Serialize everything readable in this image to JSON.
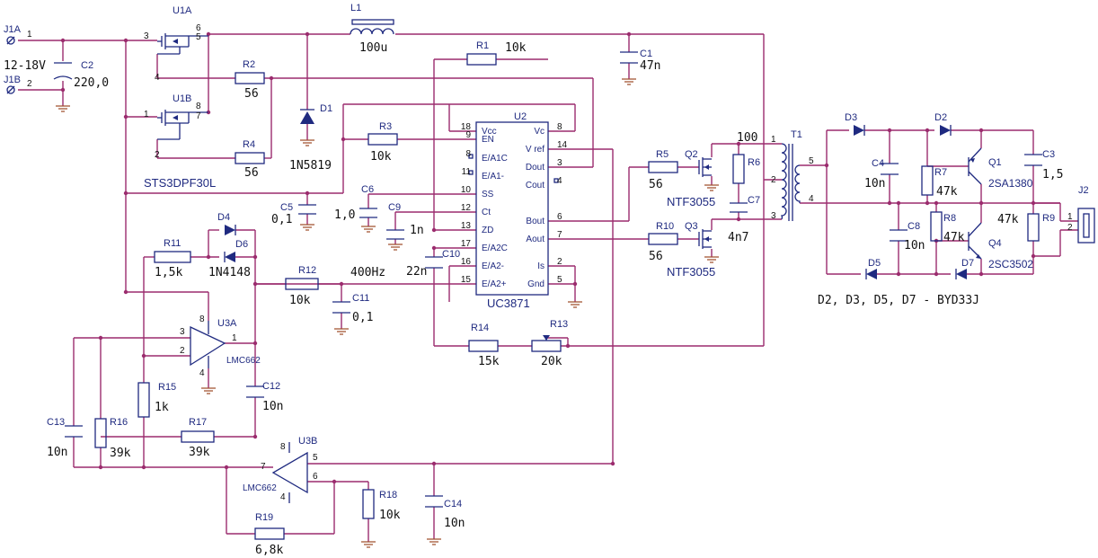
{
  "components": {
    "j1a": {
      "ref": "J1A",
      "pin": "1"
    },
    "j1b": {
      "ref": "J1B",
      "pin": "2"
    },
    "supply": {
      "label": "12-18V"
    },
    "c2": {
      "ref": "C2",
      "value": "220,0"
    },
    "u1a": {
      "ref": "U1A",
      "pins": [
        "3",
        "4",
        "5",
        "6"
      ]
    },
    "u1b": {
      "ref": "U1B",
      "pins": [
        "1",
        "2",
        "7",
        "8"
      ]
    },
    "sts": {
      "value": "STS3DPF30L"
    },
    "l1": {
      "ref": "L1",
      "value": "100u"
    },
    "r1": {
      "ref": "R1",
      "value": "10k"
    },
    "c1": {
      "ref": "C1",
      "value": "47n"
    },
    "r2": {
      "ref": "R2",
      "value": "56"
    },
    "r4": {
      "ref": "R4",
      "value": "56"
    },
    "d1": {
      "ref": "D1",
      "value": "1N5819"
    },
    "r3": {
      "ref": "R3",
      "value": "10k"
    },
    "c5": {
      "ref": "C5",
      "value": "0,1"
    },
    "c6": {
      "ref": "C6",
      "value": "1,0"
    },
    "c9": {
      "ref": "C9",
      "value": "1n"
    },
    "c10": {
      "ref": "C10",
      "value": "22n"
    },
    "u2": {
      "ref": "U2",
      "value": "UC3871"
    },
    "r5": {
      "ref": "R5",
      "value": "56"
    },
    "r10": {
      "ref": "R10",
      "value": "56"
    },
    "q2": {
      "ref": "Q2",
      "value": "NTF3055"
    },
    "q3": {
      "ref": "Q3",
      "value": "NTF3055"
    },
    "r6": {
      "ref": "R6",
      "value": "100"
    },
    "c7": {
      "ref": "C7",
      "value": "4n7"
    },
    "t1": {
      "ref": "T1",
      "pins": [
        "1",
        "2",
        "3",
        "4",
        "5"
      ]
    },
    "d2": {
      "ref": "D2"
    },
    "d3": {
      "ref": "D3"
    },
    "d5": {
      "ref": "D5"
    },
    "d7": {
      "ref": "D7"
    },
    "c4": {
      "ref": "C4",
      "value": "10n"
    },
    "c8": {
      "ref": "C8",
      "value": "10n"
    },
    "r7": {
      "ref": "R7",
      "value": "47k"
    },
    "r8": {
      "ref": "R8",
      "value": "47k"
    },
    "q1": {
      "ref": "Q1",
      "value": "2SA1380"
    },
    "q4": {
      "ref": "Q4",
      "value": "2SC3502"
    },
    "c3": {
      "ref": "C3",
      "value": "1,5"
    },
    "r9": {
      "ref": "R9",
      "value": "47k"
    },
    "j2": {
      "ref": "J2",
      "pins": [
        "1",
        "2"
      ]
    },
    "r11": {
      "ref": "R11",
      "value": "1,5k"
    },
    "d4": {
      "ref": "D4"
    },
    "d6": {
      "ref": "D6",
      "value": "1N4148"
    },
    "r12": {
      "ref": "R12",
      "value": "10k"
    },
    "freq": {
      "label": "400Hz"
    },
    "c11": {
      "ref": "C11",
      "value": "0,1"
    },
    "u3a": {
      "ref": "U3A",
      "value": "LMC662",
      "pins": [
        "1",
        "2",
        "3",
        "4",
        "8"
      ]
    },
    "u3b": {
      "ref": "U3B",
      "value": "LMC662",
      "pins": [
        "4",
        "5",
        "6",
        "7",
        "8"
      ]
    },
    "c12": {
      "ref": "C12",
      "value": "10n"
    },
    "r15": {
      "ref": "R15",
      "value": "1k"
    },
    "r16": {
      "ref": "R16",
      "value": "39k"
    },
    "r17": {
      "ref": "R17",
      "value": "39k"
    },
    "c13": {
      "ref": "C13",
      "value": "10n"
    },
    "r14": {
      "ref": "R14",
      "value": "15k"
    },
    "r13": {
      "ref": "R13",
      "value": "20k"
    },
    "r18": {
      "ref": "R18",
      "value": "10k"
    },
    "r19": {
      "ref": "R19",
      "value": "6,8k"
    },
    "c14": {
      "ref": "C14",
      "value": "10n"
    }
  },
  "u2_pins": [
    {
      "num": "18",
      "name": "Vcc"
    },
    {
      "num": "9",
      "name": "EN"
    },
    {
      "num": "8",
      "name": "E/A1C"
    },
    {
      "num": "11",
      "name": "E/A1-"
    },
    {
      "num": "10",
      "name": "SS"
    },
    {
      "num": "12",
      "name": "Ct"
    },
    {
      "num": "13",
      "name": "ZD"
    },
    {
      "num": "17",
      "name": "E/A2C"
    },
    {
      "num": "16",
      "name": "E/A2-"
    },
    {
      "num": "15",
      "name": "E/A2+"
    }
  ],
  "u2_pins_right": [
    {
      "num": "8",
      "name": "Vc"
    },
    {
      "num": "14",
      "name": "V ref"
    },
    {
      "num": "3",
      "name": "Dout"
    },
    {
      "num": "4",
      "name": "Cout"
    },
    {
      "num": "6",
      "name": "Bout"
    },
    {
      "num": "7",
      "name": "Aout"
    },
    {
      "num": "2",
      "name": "Is"
    },
    {
      "num": "5",
      "name": "Gnd"
    }
  ],
  "notes": {
    "diodes": "D2, D3, D5, D7 - BYD33J"
  }
}
